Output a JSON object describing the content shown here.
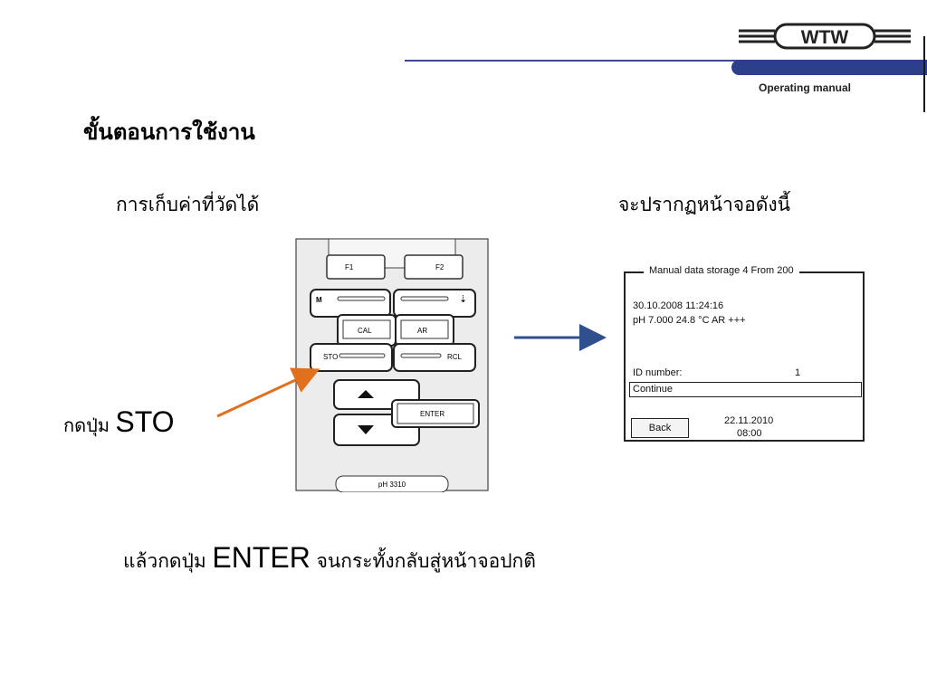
{
  "header": {
    "logo_text": "WTW",
    "manual_label": "Operating manual"
  },
  "title": "ขั้นตอนการใช้งาน",
  "left_caption": "การเก็บค่าที่วัดได้",
  "right_caption": "จะปรากฏหน้าจอดังนี้",
  "press_sto": {
    "prefix": "กดปุ่ม",
    "key": "STO"
  },
  "bottom": {
    "prefix": "แล้วกดปุ่ม",
    "key": "ENTER",
    "suffix": "จนกระทั้งกลับสู่หน้าจอปกติ"
  },
  "device": {
    "f1": "F1",
    "f2": "F2",
    "m": "M",
    "cal": "CAL",
    "ar": "AR",
    "sto": "STO",
    "rcl": "RCL",
    "enter": "ENTER",
    "model": "pH 3310"
  },
  "screen": {
    "title": "Manual data storage 4 From 200",
    "datetime": "30.10.2008  11:24:16",
    "reading": "pH 7.000    24.8 °C  AR  +++",
    "id_label": "ID number:",
    "id_value": "1",
    "continue_label": "Continue",
    "back_label": "Back",
    "footer_date": "22.11.2010",
    "footer_time": "08:00"
  },
  "colors": {
    "header_blue": "#2d3f8a",
    "arrow_orange": "#e0701e",
    "arrow_blue": "#2f4f8f"
  }
}
